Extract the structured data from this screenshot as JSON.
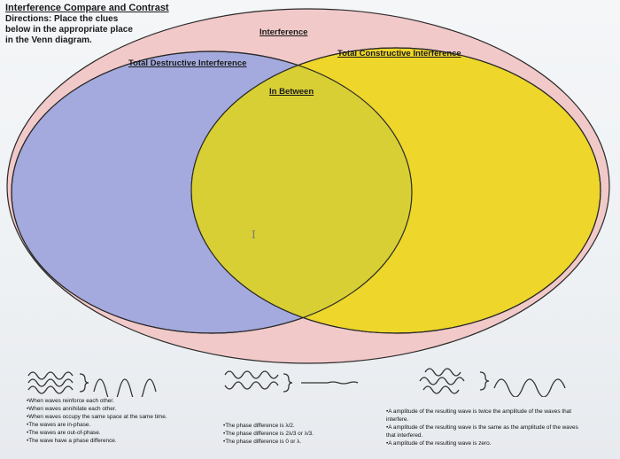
{
  "header": {
    "title": "Interference Compare and Contrast",
    "directions": [
      "Directions: Place the clues",
      "below in the appropriate place",
      "in the Venn diagram."
    ]
  },
  "venn": {
    "outer_label": "Interference",
    "left_label": "Total Destructive Interference",
    "right_label": "Total Constructive Interference",
    "overlap_label": "In Between",
    "colors": {
      "outer": "#f2c9c9",
      "left": "#a4aadd",
      "right": "#eed62a",
      "overlap": "#d8cf34"
    },
    "cursor_glyph": "I"
  },
  "clues": {
    "left": [
      "•When waves reinforce each other.",
      "•When waves annihilate each other.",
      "•When waves occupy the same space at the same time.",
      "•The waves are in-phase.",
      "•The waves are out-of-phase.",
      "•The wave have a phase difference."
    ],
    "middle": [
      "•The phase difference is λ/2.",
      "•The phase difference is 2λ/3 or λ/3.",
      "•The phase difference is 0 or λ."
    ],
    "right": [
      "•A amplitude of the resulting wave is twice the amplitude of the waves that interfere.",
      "•A amplitude of the resulting wave is the same as the amplitude of the waves that interfered.",
      "•A amplitude of the resulting wave is zero."
    ]
  },
  "wave_icons": [
    "constructive-wave-sum-icon",
    "mixed-wave-sum-icon",
    "destructive-wave-sum-icon"
  ]
}
